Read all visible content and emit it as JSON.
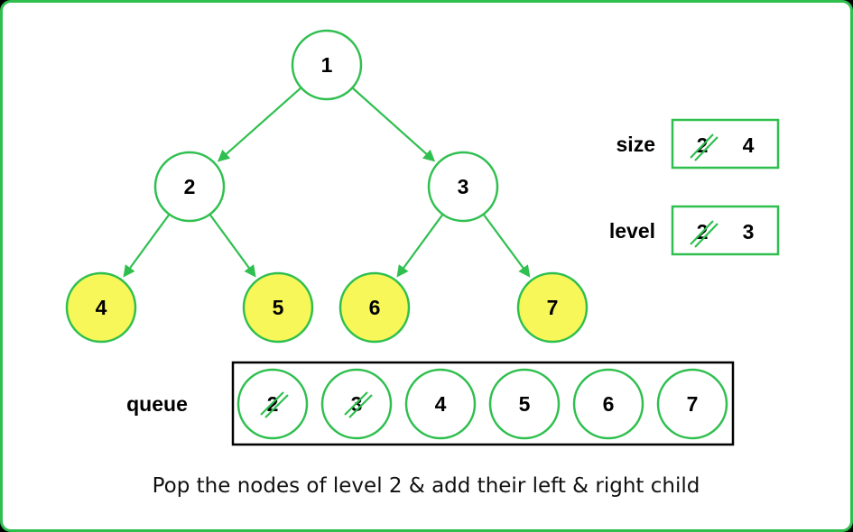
{
  "tree": {
    "nodes": [
      {
        "id": "n1",
        "label": "1",
        "highlighted": false
      },
      {
        "id": "n2",
        "label": "2",
        "highlighted": false
      },
      {
        "id": "n3",
        "label": "3",
        "highlighted": false
      },
      {
        "id": "n4",
        "label": "4",
        "highlighted": true
      },
      {
        "id": "n5",
        "label": "5",
        "highlighted": true
      },
      {
        "id": "n6",
        "label": "6",
        "highlighted": true
      },
      {
        "id": "n7",
        "label": "7",
        "highlighted": true
      }
    ],
    "edges": [
      {
        "from": "n1",
        "to": "n2"
      },
      {
        "from": "n1",
        "to": "n3"
      },
      {
        "from": "n2",
        "to": "n4"
      },
      {
        "from": "n2",
        "to": "n5"
      },
      {
        "from": "n3",
        "to": "n6"
      },
      {
        "from": "n3",
        "to": "n7"
      }
    ]
  },
  "size": {
    "label": "size",
    "old_value": "2",
    "new_value": "4"
  },
  "level": {
    "label": "level",
    "old_value": "2",
    "new_value": "3"
  },
  "queue": {
    "label": "queue",
    "items": [
      {
        "value": "2",
        "popped": true
      },
      {
        "value": "3",
        "popped": true
      },
      {
        "value": "4",
        "popped": false
      },
      {
        "value": "5",
        "popped": false
      },
      {
        "value": "6",
        "popped": false
      },
      {
        "value": "7",
        "popped": false
      }
    ]
  },
  "caption": "Pop the nodes of level 2 & add their left & right child",
  "colors": {
    "accent": "#2fbf4f",
    "highlight": "#f7f75a",
    "outline": "#000000"
  }
}
